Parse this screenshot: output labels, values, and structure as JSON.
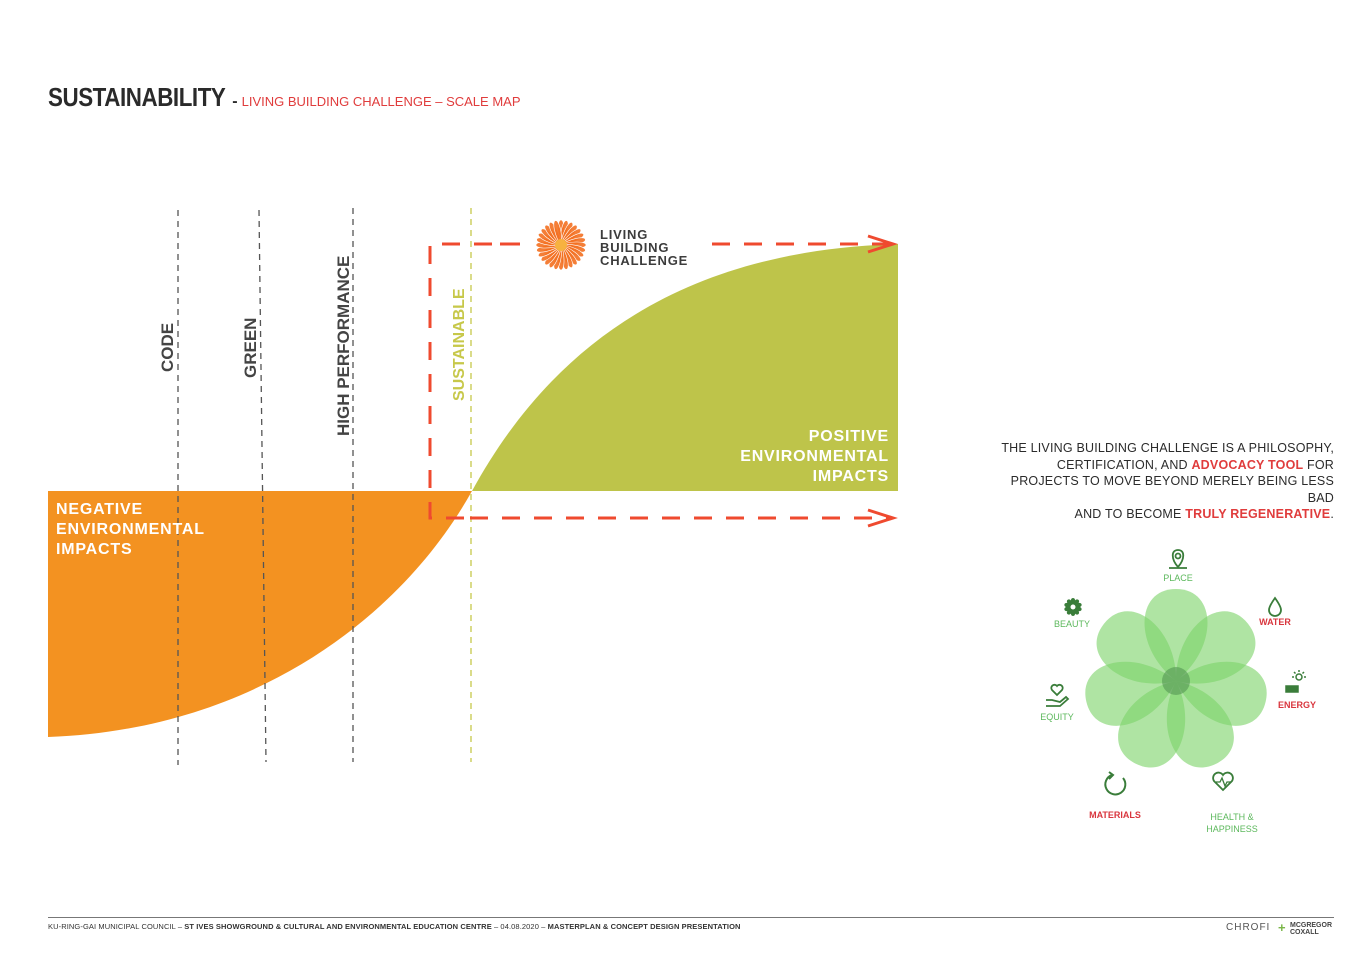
{
  "title": {
    "main": "SUSTAINABILITY",
    "separator": "-",
    "subtitle": "LIVING BUILDING CHALLENGE – SCALE MAP"
  },
  "diagram": {
    "levels": [
      "CODE",
      "GREEN",
      "HIGH PERFORMANCE",
      "SUSTAINABLE"
    ],
    "negative_label": [
      "NEGATIVE",
      "ENVIRONMENTAL",
      "IMPACTS"
    ],
    "positive_label": [
      "POSITIVE",
      "ENVIRONMENTAL",
      "IMPACTS"
    ],
    "logo_lines": [
      "LIVING",
      "BUILDING",
      "CHALLENGE"
    ],
    "colors": {
      "negative": "#f39221",
      "positive": "#bec44a",
      "arrow": "#ef4a2f",
      "sustainable": "#c7c84a",
      "dashed": "#555555"
    }
  },
  "info": {
    "line1": "THE LIVING BUILDING CHALLENGE IS A PHILOSOPHY,",
    "line2_pre": "CERTIFICATION, AND ",
    "line2_hl": "ADVOCACY TOOL",
    "line2_post": " FOR",
    "line3": "PROJECTS TO MOVE BEYOND MERELY BEING LESS BAD",
    "line4_pre": "AND TO BECOME ",
    "line4_hl": "TRULY REGENERATIVE",
    "line4_post": "."
  },
  "petals": {
    "place": "PLACE",
    "water": "WATER",
    "energy": "ENERGY",
    "health_1": "HEALTH &",
    "health_2": "HAPPINESS",
    "materials": "MATERIALS",
    "equity": "EQUITY",
    "beauty": "BEAUTY"
  },
  "footer": {
    "council": "KU-RING-GAI MUNICIPAL COUNCIL – ",
    "project": "ST IVES SHOWGROUND & CULTURAL AND ENVIRONMENTAL EDUCATION CENTRE",
    "date": " – 04.08.2020 – ",
    "presentation": "MASTERPLAN & CONCEPT DESIGN PRESENTATION",
    "logo1": "CHROFI",
    "logo2a": "MCGREGOR",
    "logo2b": "COXALL"
  }
}
